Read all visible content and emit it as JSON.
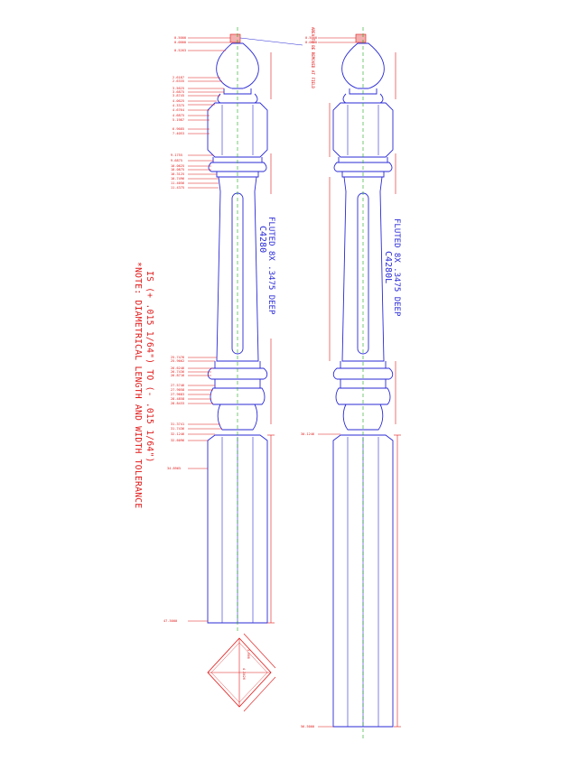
{
  "colors": {
    "outline": "#2a2ad6",
    "dimension": "#e01818",
    "centerline": "#1aa81a",
    "background": "#ffffff"
  },
  "note": {
    "line1": "*NOTE: DIAMETRICAL LENGTH AND WIDTH TOLERANCE",
    "line2": "IS (+ .015 1/64\") TO (- .015 1/64\")"
  },
  "post_left": {
    "part_number": "C4280",
    "flute_note": "FLUTED 8X .3475 DEEP",
    "dims_top": [
      "0.5000",
      "0.0000",
      "0.5263"
    ],
    "dims_finial": [
      "2.6187",
      "2.6335",
      "3.5625",
      "3.6875",
      "3.8745",
      "4.0625",
      "4.3375",
      "4.6764",
      "4.6875",
      "5.1987"
    ],
    "dims_block": [
      "6.9685",
      "7.4053"
    ],
    "dims_collar": [
      "9.1755",
      "9.6875",
      "10.0625",
      "10.0875",
      "10.3125",
      "10.7496",
      "11.4056",
      "11.4375"
    ],
    "dims_mid": [
      "25.7476",
      "25.9662",
      "26.6246",
      "26.7436",
      "26.8716",
      "27.5746",
      "27.9058",
      "27.9683",
      "28.4858",
      "28.8433"
    ],
    "dims_lower": [
      "31.3741",
      "31.7436",
      "32.1246",
      "32.6096"
    ],
    "dims_base": [
      "34.8965",
      "47.5000"
    ]
  },
  "post_right": {
    "part_number": "C4280L",
    "flute_note": "FLUTED 8X .3475 DEEP",
    "dims_top": [
      "0.5000",
      "0.0000"
    ],
    "dims_lower": [
      "30.1246"
    ],
    "dims_base": [
      "56.5000"
    ]
  },
  "callout": {
    "text": "AREA TO BE REMOVED AT FIELD"
  },
  "section": {
    "width_label": "3.000",
    "diag_label": "4.2426"
  }
}
